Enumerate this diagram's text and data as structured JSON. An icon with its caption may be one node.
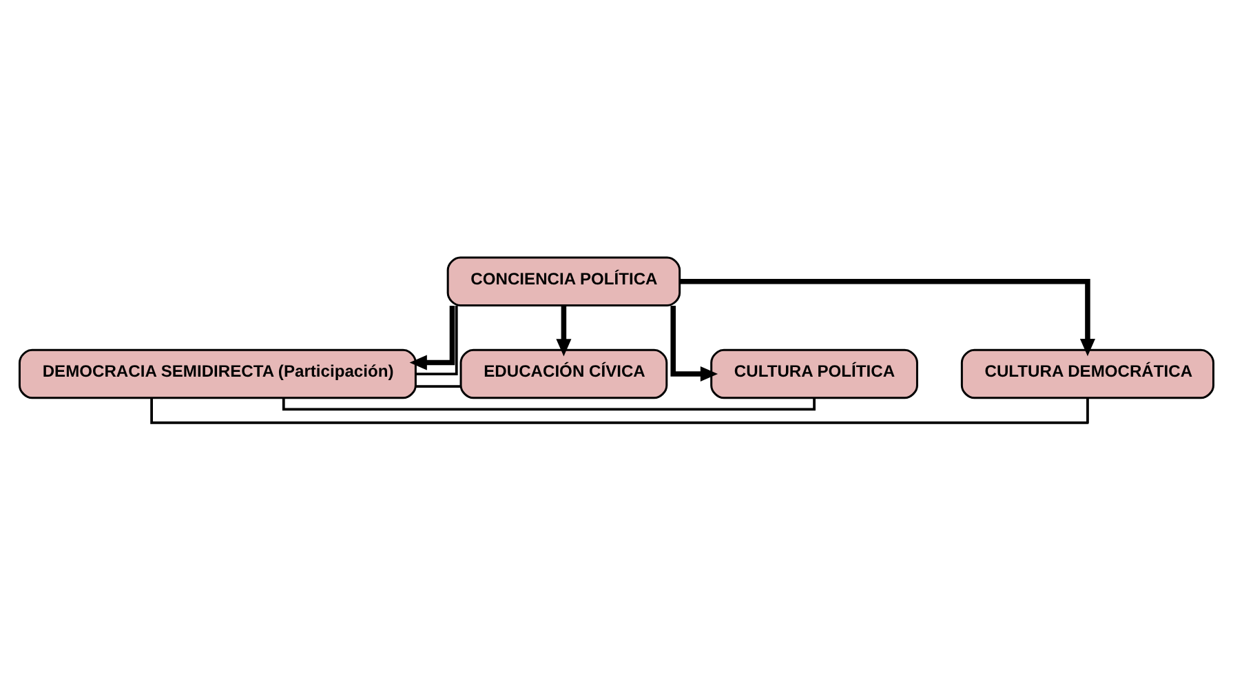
{
  "diagram": {
    "nodes": [
      {
        "text": [
          "DEMOCRACIA SEMIDIRECTA (Participación)"
        ]
      },
      {
        "text": [
          "CONCIENCIA POLÍTICA"
        ]
      },
      {
        "text": [
          "CULTURA DEMOCRÁTICA"
        ]
      },
      {
        "text": [
          "CULTURA POLÍTICA"
        ]
      },
      {
        "text": [
          "EDUCACIÓN CÍVICA"
        ]
      }
    ],
    "edges": [
      {
        "from": 1,
        "to": 0,
        "arrow": "to",
        "style": "thick"
      },
      {
        "from": 1,
        "to": 0,
        "arrow": "none"
      },
      {
        "from": 0,
        "to": 2,
        "arrow": "none"
      },
      {
        "from": 0,
        "to": 3,
        "arrow": "none"
      },
      {
        "from": 0,
        "to": 4,
        "arrow": "none"
      },
      {
        "from": 1,
        "to": 2,
        "arrow": "to",
        "style": "thick"
      },
      {
        "from": 1,
        "to": 3,
        "arrow": "to",
        "style": "thick"
      },
      {
        "from": 1,
        "to": 4,
        "arrow": "to",
        "style": "thick"
      }
    ]
  }
}
